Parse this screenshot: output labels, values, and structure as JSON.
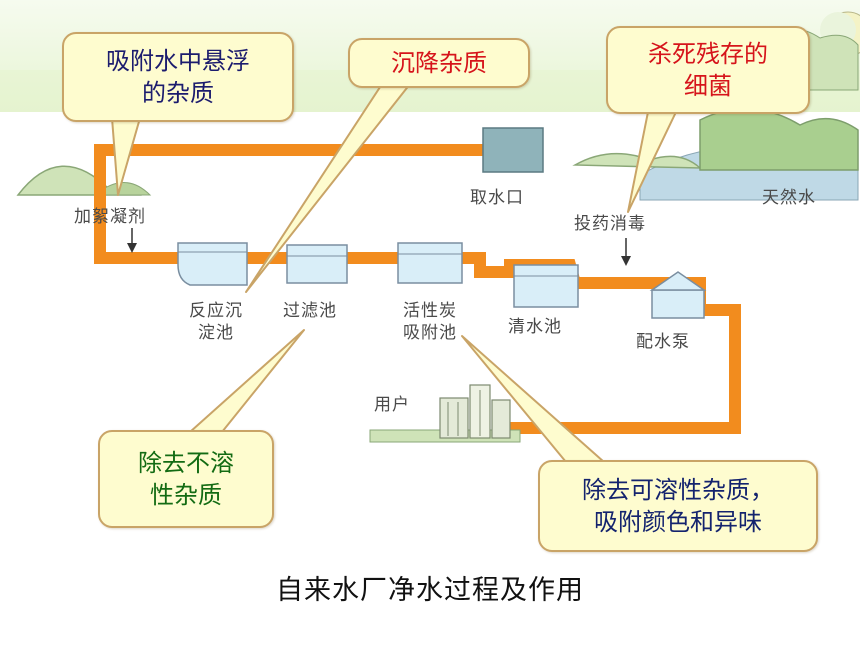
{
  "callouts": {
    "adsorb_suspended": [
      "吸附水中悬浮",
      "的杂质"
    ],
    "sediment": [
      "沉降杂质"
    ],
    "kill_bacteria": [
      "杀死残存的",
      "细菌"
    ],
    "remove_insoluble": [
      "除去不溶",
      "性杂质"
    ],
    "remove_soluble": [
      "除去可溶性杂质，",
      "吸附颜色和异味"
    ]
  },
  "labels": {
    "intake": "取水口",
    "natural_water": "天然水",
    "coagulant": "加絮凝剂",
    "disinfect": "投药消毒",
    "sedimentation_tank": [
      "反应沉",
      "淀池"
    ],
    "filter_tank": "过滤池",
    "carbon_tank": [
      "活性炭",
      "吸附池"
    ],
    "clean_water_tank": "清水池",
    "pump": "配水泵",
    "users": "用户"
  },
  "caption": "自来水厂净水过程及作用",
  "colors": {
    "pipe": "#f28c1e",
    "tank_fill": "#d9eef8",
    "tank_stroke": "#7a8ea0",
    "callout_fill": "#fefccf",
    "callout_border": "#c9a467"
  }
}
